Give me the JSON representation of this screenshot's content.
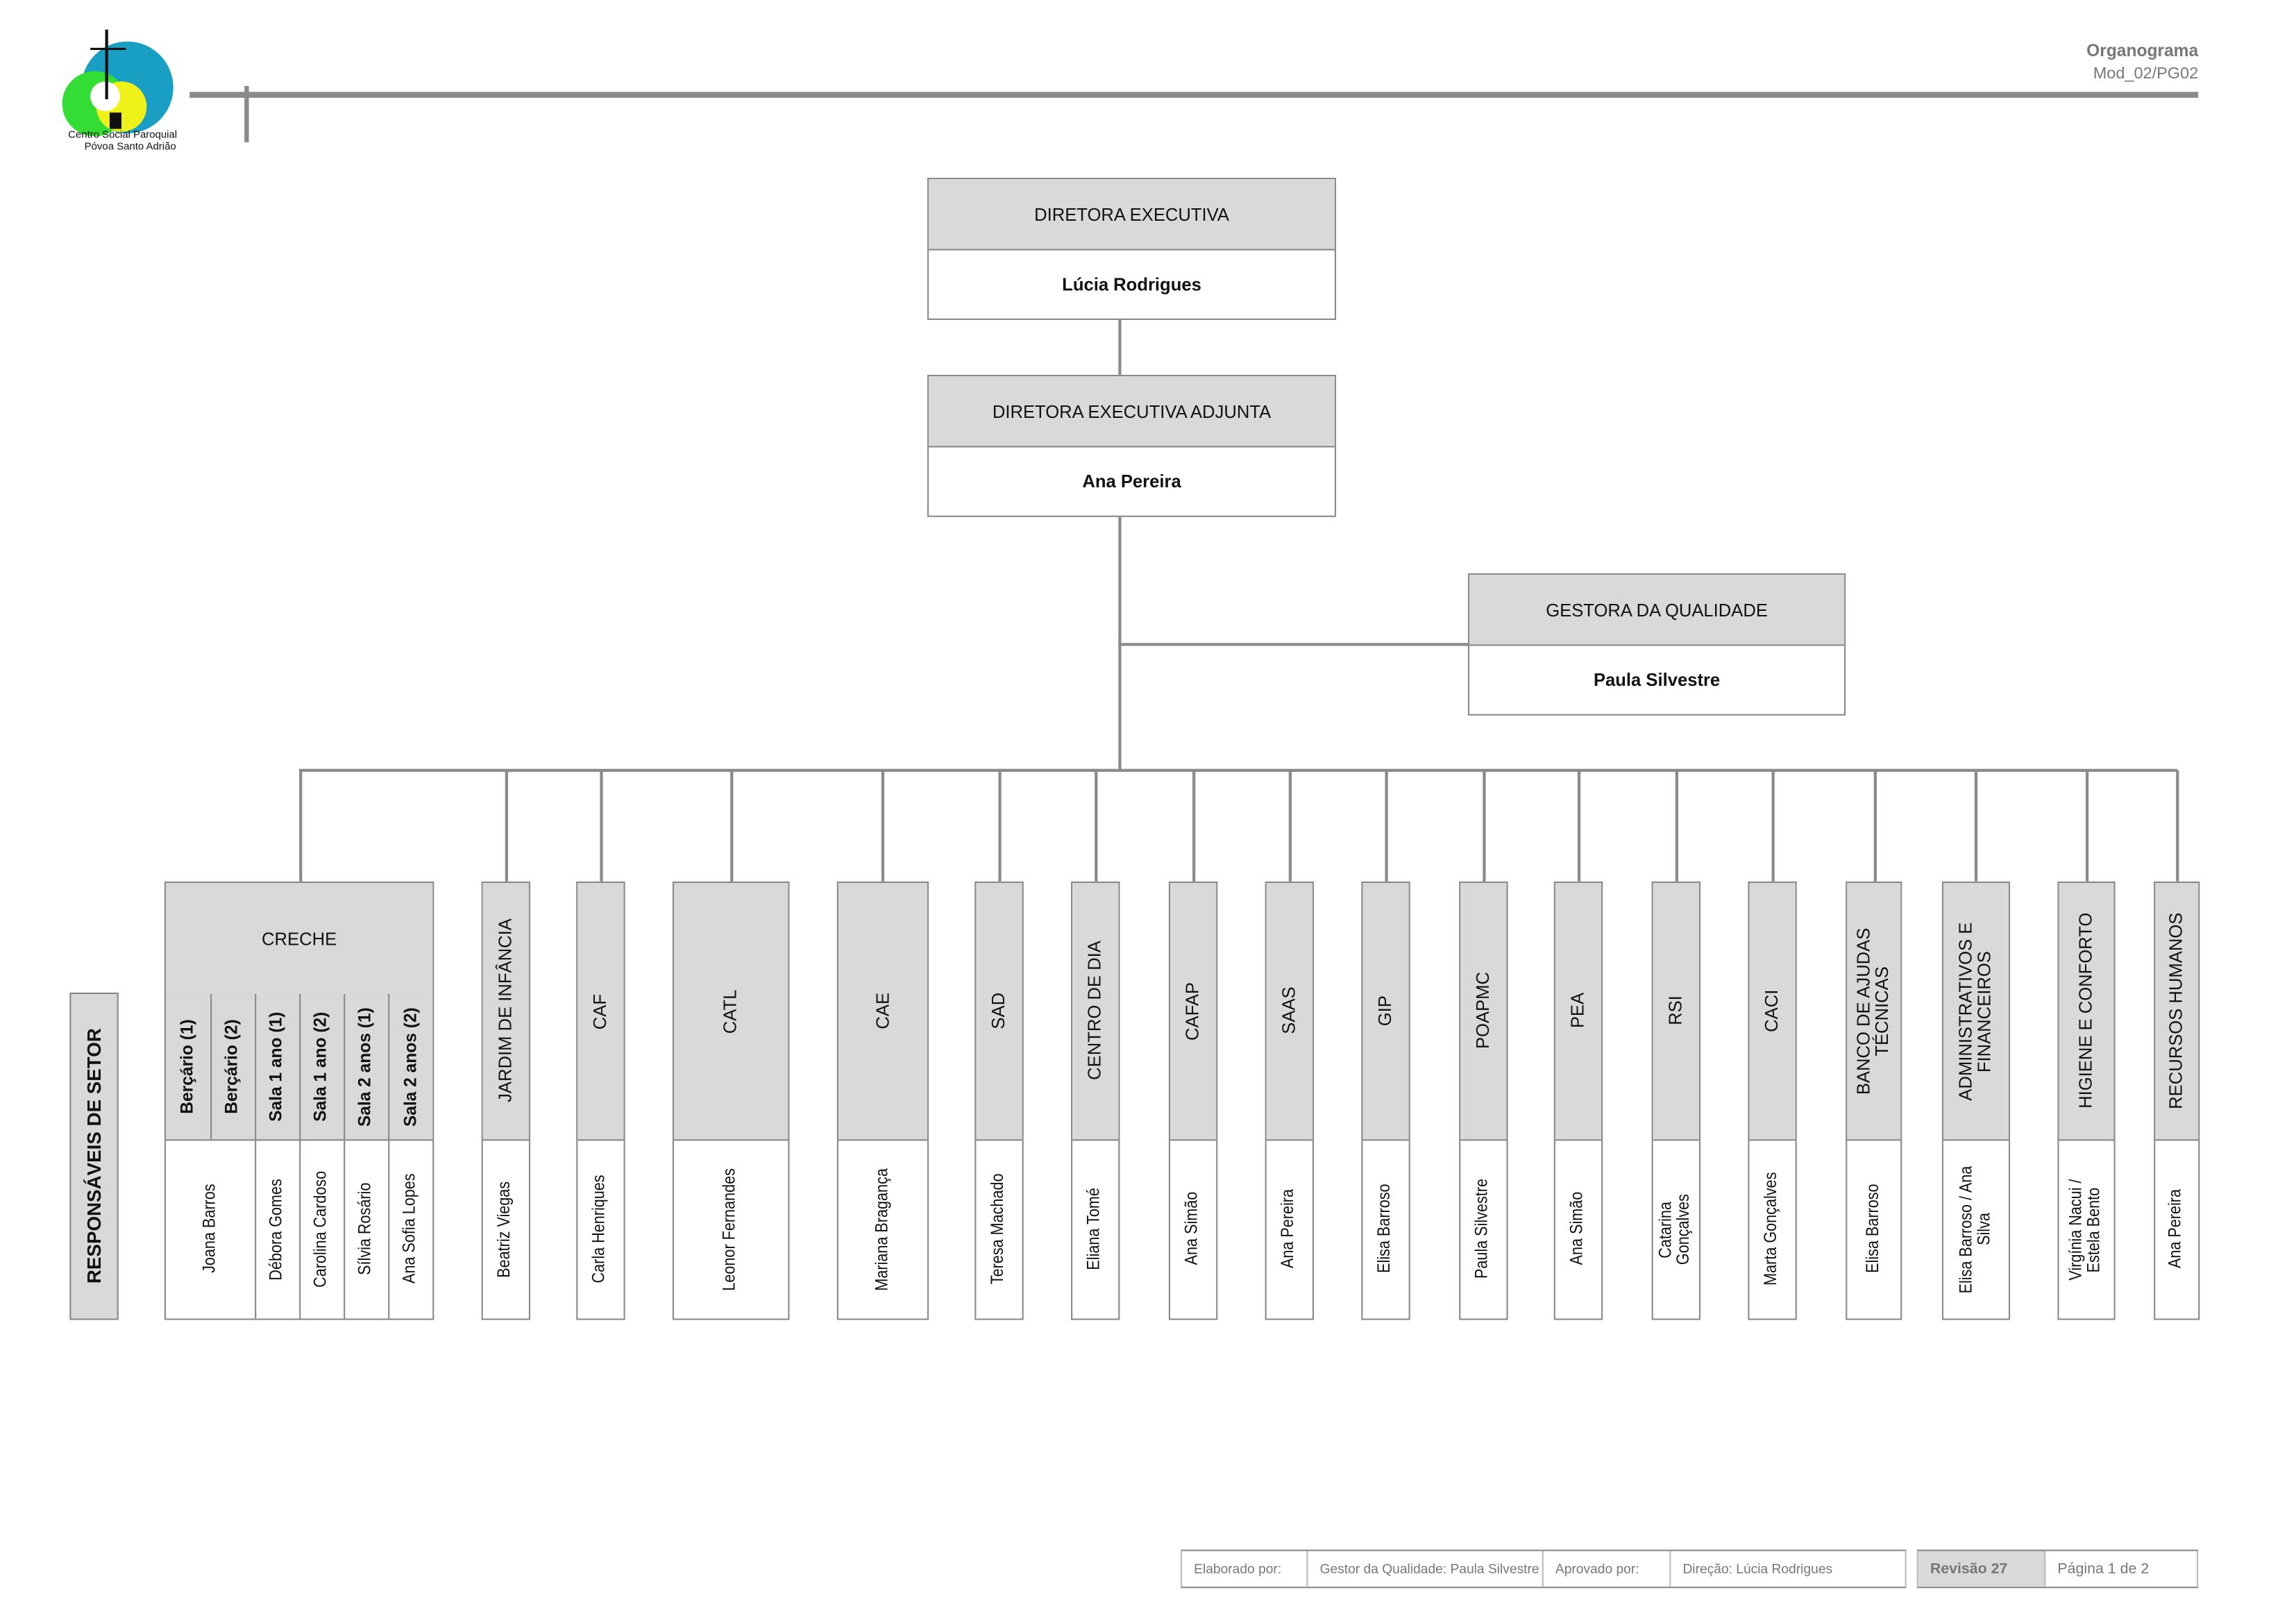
{
  "header": {
    "logo_text_line1": "Centro Social Paroquial",
    "logo_text_line2": "Póvoa Santo Adrião",
    "doc_title": "Organograma",
    "doc_code": "Mod_02/PG02"
  },
  "executive": {
    "title": "DIRETORA EXECUTIVA",
    "name": "Lúcia Rodrigues"
  },
  "deputy": {
    "title": "DIRETORA EXECUTIVA ADJUNTA",
    "name": "Ana Pereira"
  },
  "quality": {
    "title": "GESTORA DA QUALIDADE",
    "name": "Paula Silvestre"
  },
  "sector_label": "RESPONSÁVEIS DE SETOR",
  "creche": {
    "title": "CRECHE",
    "rooms": [
      "Berçário (1)",
      "Berçário (2)",
      "Sala 1 ano (1)",
      "Sala 1 ano (2)",
      "Sala 2 anos (1)",
      "Sala 2 anos (2)"
    ],
    "names": [
      "Joana Barros",
      "Débora Gomes",
      "Carolina Cardoso",
      "Sílvia Rosário",
      "Ana Sofia Lopes"
    ]
  },
  "columns": [
    {
      "title": "JARDIM DE INFÂNCIA",
      "name": "Beatriz Viegas"
    },
    {
      "title": "CAF",
      "name": "Carla Henriques"
    },
    {
      "title": "CATL",
      "name": "Leonor Fernandes"
    },
    {
      "title": "CAE",
      "name": "Mariana Bragança"
    },
    {
      "title": "SAD",
      "name": "Teresa Machado"
    },
    {
      "title": "CENTRO DE DIA",
      "name": "Eliana Tomé"
    },
    {
      "title": "CAFAP",
      "name": "Ana Simão"
    },
    {
      "title": "SAAS",
      "name": "Ana Pereira"
    },
    {
      "title": "GIP",
      "name": "Elisa Barroso"
    },
    {
      "title": "POAPMC",
      "name": "Paula Silvestre"
    },
    {
      "title": "PEA",
      "name": "Ana Simão"
    },
    {
      "title": "RSI",
      "name": "Catarina Gonçalves"
    },
    {
      "title": "CACI",
      "name": "Marta Gonçalves"
    },
    {
      "title": "BANCO DE AJUDAS TÉCNICAS",
      "name": "Elisa Barroso"
    },
    {
      "title": "ADMINISTRATIVOS E FINANCEIROS",
      "name": "Elisa Barroso / Ana Silva"
    },
    {
      "title": "HIGIENE E CONFORTO",
      "name": "Virgínia Nacui / Estela Bento"
    },
    {
      "title": "RECURSOS HUMANOS",
      "name": "Ana Pereira"
    }
  ],
  "footer": {
    "prepared_label": "Elaborado por:",
    "prepared_value": "Gestor da Qualidade: Paula Silvestre",
    "approved_label": "Aprovado por:",
    "approved_value": "Direção: Lúcia Rodrigues",
    "revision": "Revisão 27",
    "page": "Página 1 de 2"
  }
}
